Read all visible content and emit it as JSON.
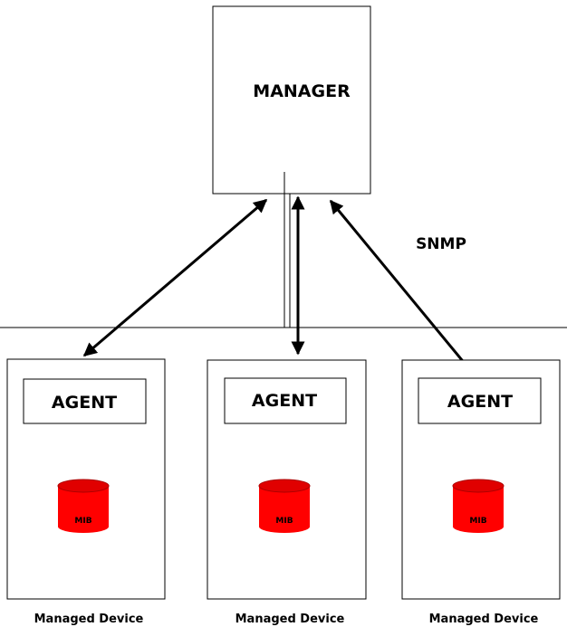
{
  "manager": {
    "label": "MANAGER"
  },
  "protocol": {
    "label": "SNMP"
  },
  "devices": [
    {
      "agent_label": "AGENT",
      "mib_label": "MIB",
      "device_label": "Managed Device"
    },
    {
      "agent_label": "AGENT",
      "mib_label": "MIB",
      "device_label": "Managed Device"
    },
    {
      "agent_label": "AGENT",
      "mib_label": "MIB",
      "device_label": "Managed Device"
    }
  ],
  "colors": {
    "mib_fill": "#ff0000",
    "mib_dark": "#cc0000",
    "line": "#000000"
  }
}
